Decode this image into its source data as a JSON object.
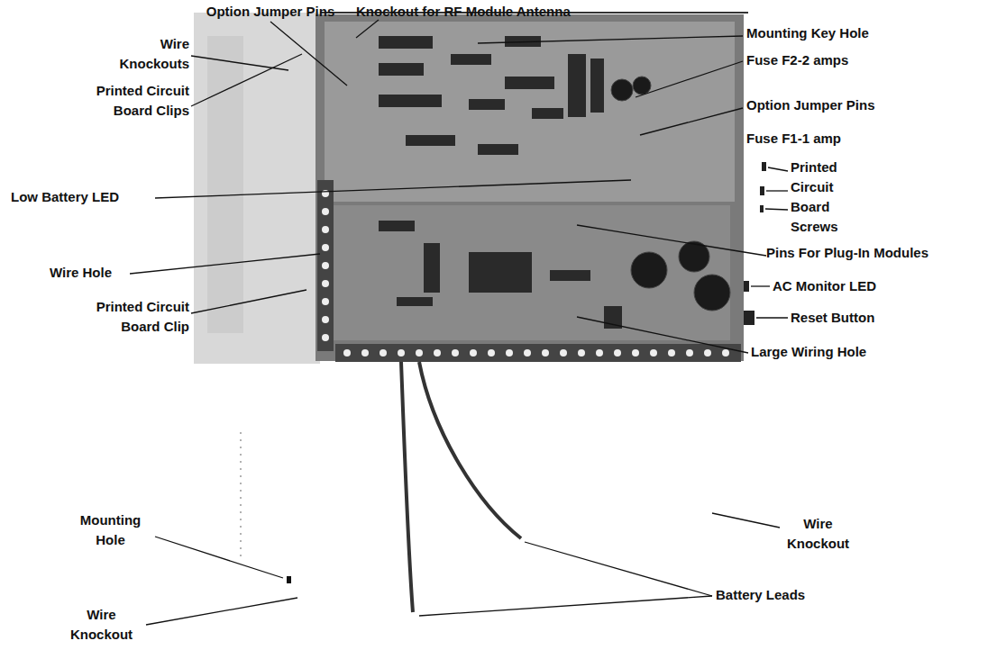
{
  "diagram": {
    "labels": [
      "Option Jumper Pins",
      "Knockout for RF Module Antenna",
      "Wire Knockouts",
      "Mounting Key Hole",
      "Fuse F2-2 amps",
      "Printed Circuit Board Clips",
      "Option Jumper Pins",
      "Fuse F1-1 amp",
      "Printed Circuit Board Screws",
      "Low Battery LED",
      "Pins For Plug-In Modules",
      "Wire Hole",
      "AC Monitor LED",
      "Printed Circuit Board Clip",
      "Reset Button",
      "Large Wiring Hole",
      "Mounting Hole",
      "Wire Knockout",
      "Battery Leads",
      "Wire Knockout"
    ]
  }
}
